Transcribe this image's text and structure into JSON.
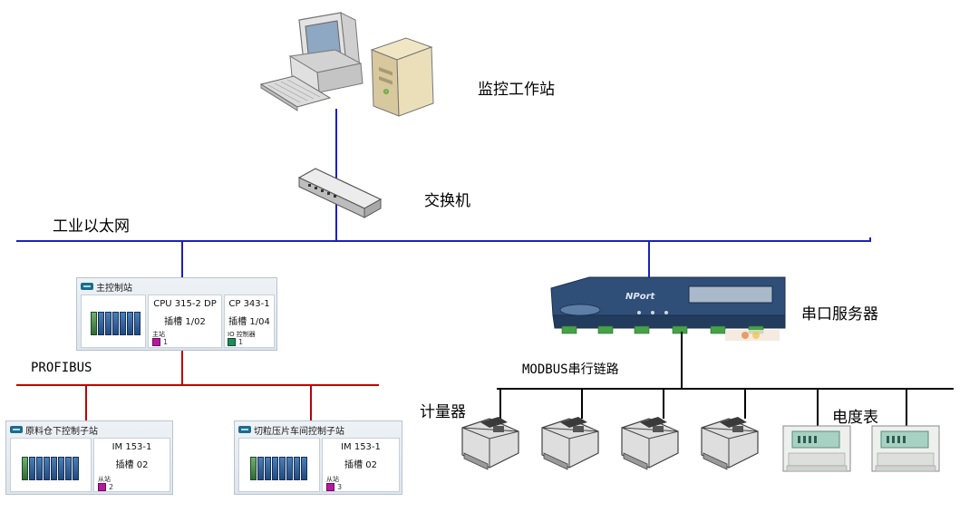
{
  "labels": {
    "workstation": "监控工作站",
    "switch": "交换机",
    "ethernet": "工业以太网",
    "profibus": "PROFIBUS",
    "serial_server": "串口服务器",
    "modbus": "MODBUS串行链路",
    "meter": "计量器",
    "power_meter": "电度表"
  },
  "stations": {
    "main": {
      "title": "主控制站",
      "cpu_name": "CPU 315-2 DP",
      "cpu_slot": "插槽 1/02",
      "cp_name": "CP 343-1",
      "cp_slot": "插槽 1/04",
      "role_left": "主站",
      "role_right": "IO 控制器",
      "num_left": "1",
      "num_right": "1"
    },
    "sub1": {
      "title": "原料仓下控制子站",
      "im_name": "IM 153-1",
      "im_slot": "插槽 02",
      "role": "从站",
      "num": "2"
    },
    "sub2": {
      "title": "切粒压片车间控制子站",
      "im_name": "IM 153-1",
      "im_slot": "插槽 02",
      "role": "从站",
      "num": "3"
    }
  },
  "colors": {
    "ethernet": "#1f1fbf",
    "profibus": "#c00000",
    "modbus": "#000000"
  },
  "icons": [
    "computer-icon",
    "switch-icon",
    "plc-rack-icon",
    "serial-server-icon",
    "flow-meter-icon",
    "energy-meter-icon"
  ]
}
